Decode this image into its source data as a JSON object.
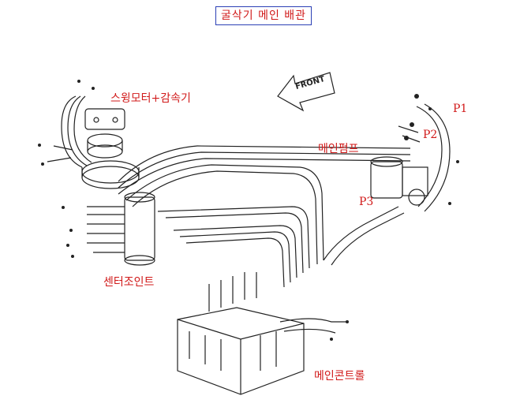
{
  "title": "굴삭기 메인 배관",
  "labels": {
    "swing_motor": "스윙모터+감속기",
    "main_pump": "메인펌프",
    "center_joint": "센터조인트",
    "main_control": "메인콘트롤",
    "front": "FRONT",
    "p1": "P1",
    "p2": "P2",
    "p3": "P3"
  },
  "colors": {
    "label": "#d11a1a",
    "title_border": "#2b3fb5",
    "line": "#222222"
  }
}
